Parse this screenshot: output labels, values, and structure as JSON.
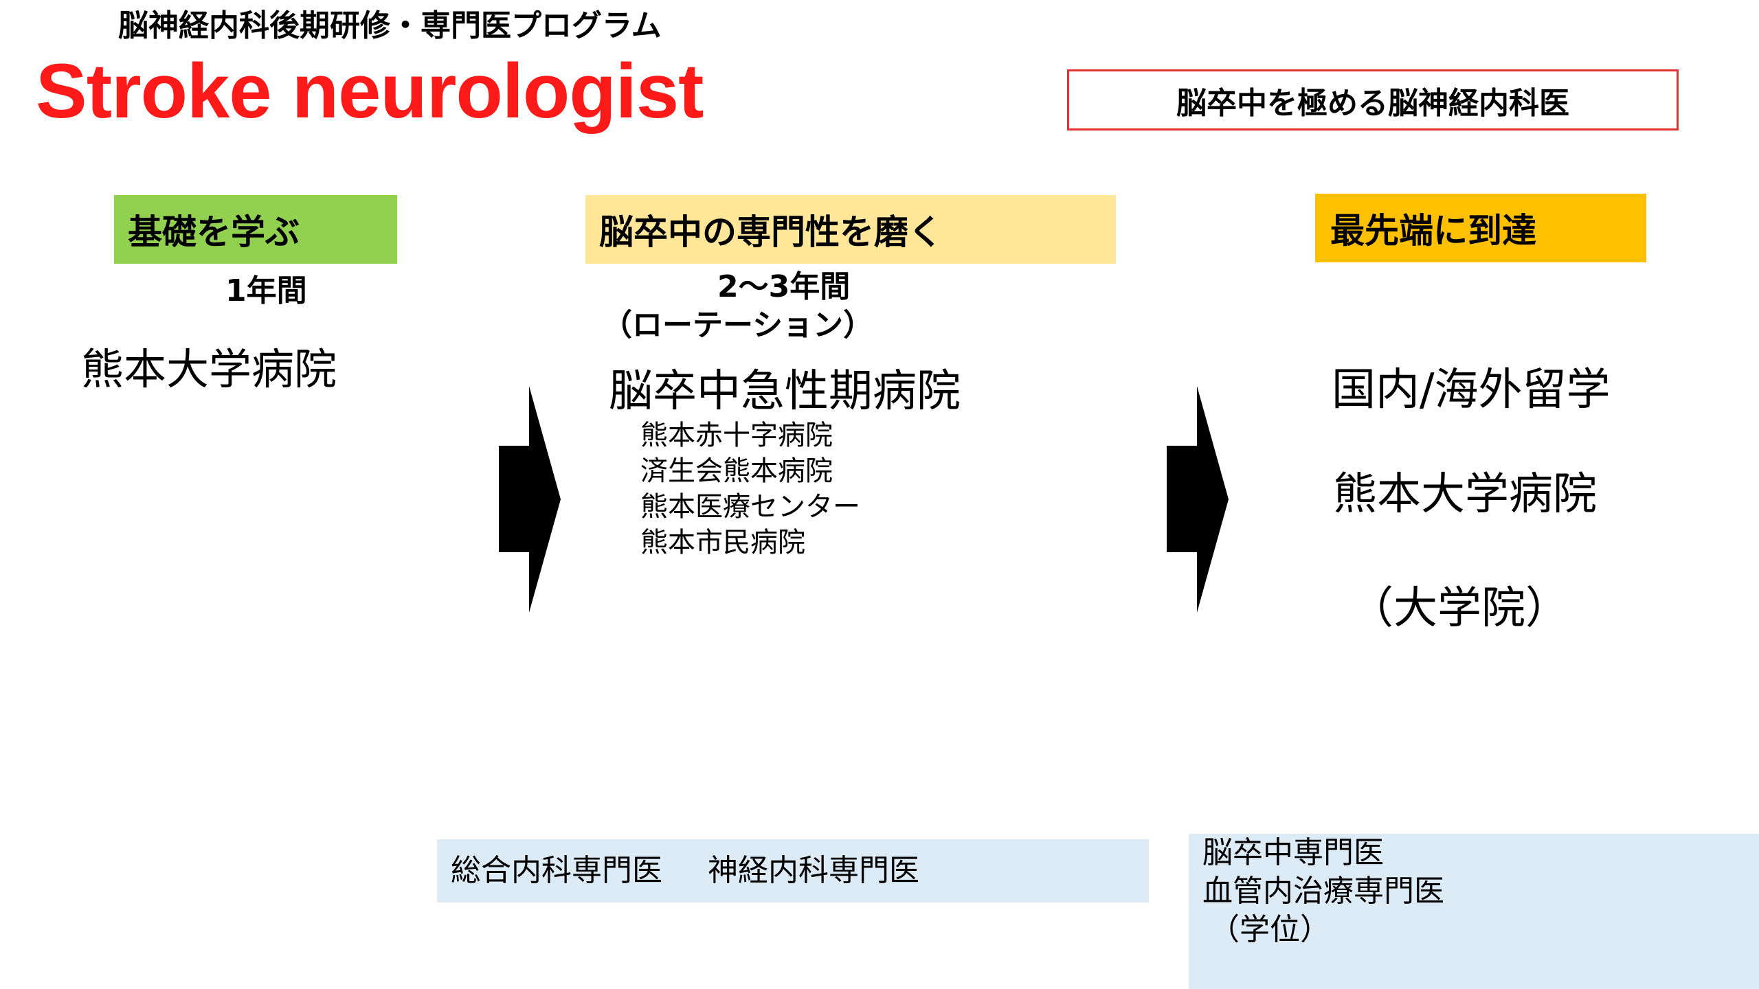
{
  "header": {
    "subtitle": "脳神経内科後期研修・専門医プログラム",
    "title": "Stroke neurologist",
    "tagline": "脳卒中を極める脳神経内科医"
  },
  "colors": {
    "title_red": "#ff1a1a",
    "tagline_border": "#e83030",
    "stage1_bg": "#92d050",
    "stage2_bg": "#ffe699",
    "stage3_bg": "#ffc000",
    "cert_bg": "#ddebf7",
    "arrow": "#000000"
  },
  "stages": [
    {
      "label": "基礎を学ぶ",
      "duration": "1年間",
      "hospital": "熊本大学病院"
    },
    {
      "label": "脳卒中の専門性を磨く",
      "duration": "2～3年間",
      "duration_note": "（ローテーション）",
      "hospital": "脳卒中急性期病院",
      "sub_hospitals": [
        "熊本赤十字病院",
        "済生会熊本病院",
        "熊本医療センター",
        "熊本市民病院"
      ]
    },
    {
      "label": "最先端に到達",
      "lines": [
        "国内/海外留学",
        "熊本大学病院",
        "（大学院）"
      ]
    }
  ],
  "certifications": {
    "box1": [
      "総合内科専門医",
      "神経内科専門医"
    ],
    "box2": [
      "脳卒中専門医",
      "血管内治療専門医",
      "（学位）"
    ]
  },
  "icons": {
    "arrow": "right-arrow-icon"
  }
}
